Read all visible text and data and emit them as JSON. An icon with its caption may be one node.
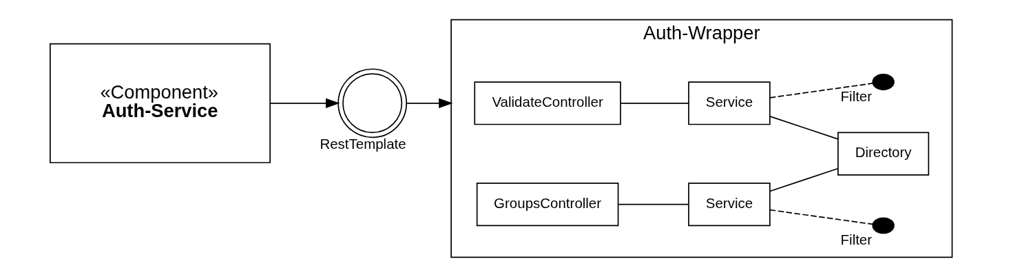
{
  "diagram": {
    "nodes": [
      {
        "text": [
          "«Component»",
          "Auth-Service"
        ]
      },
      {
        "text": [],
        "shape": "circle",
        "beside": [
          "RestTemplate"
        ]
      },
      {
        "text": [
          "Auth-Wrapper"
        ]
      },
      {
        "text": [
          "ValidateController"
        ],
        "in": 2
      },
      {
        "text": [
          "Service"
        ],
        "in": 2
      },
      {
        "text": [],
        "shape": "circle",
        "in": 2,
        "beside": [
          "Filter"
        ]
      },
      {
        "text": [
          "GroupsController"
        ],
        "in": 2
      },
      {
        "text": [
          "Service"
        ],
        "in": 2
      },
      {
        "text": [],
        "shape": "circle",
        "in": 2,
        "beside": [
          "Filter"
        ]
      },
      {
        "text": [
          "Directory"
        ],
        "in": 2
      }
    ],
    "edges": [
      {
        "from": 0,
        "to": 1,
        "arrow": "to"
      },
      {
        "from": 1,
        "to": 2,
        "arrow": "to"
      },
      {
        "from": 3,
        "to": 4,
        "arrow": "none"
      },
      {
        "from": 4,
        "to": 5,
        "arrow": "none",
        "style": "dashed"
      },
      {
        "from": 6,
        "to": 7,
        "arrow": "none"
      },
      {
        "from": 7,
        "to": 8,
        "arrow": "none",
        "style": "dashed"
      },
      {
        "from": 4,
        "to": 9,
        "arrow": "none"
      },
      {
        "from": 7,
        "to": 9,
        "arrow": "none"
      }
    ]
  }
}
